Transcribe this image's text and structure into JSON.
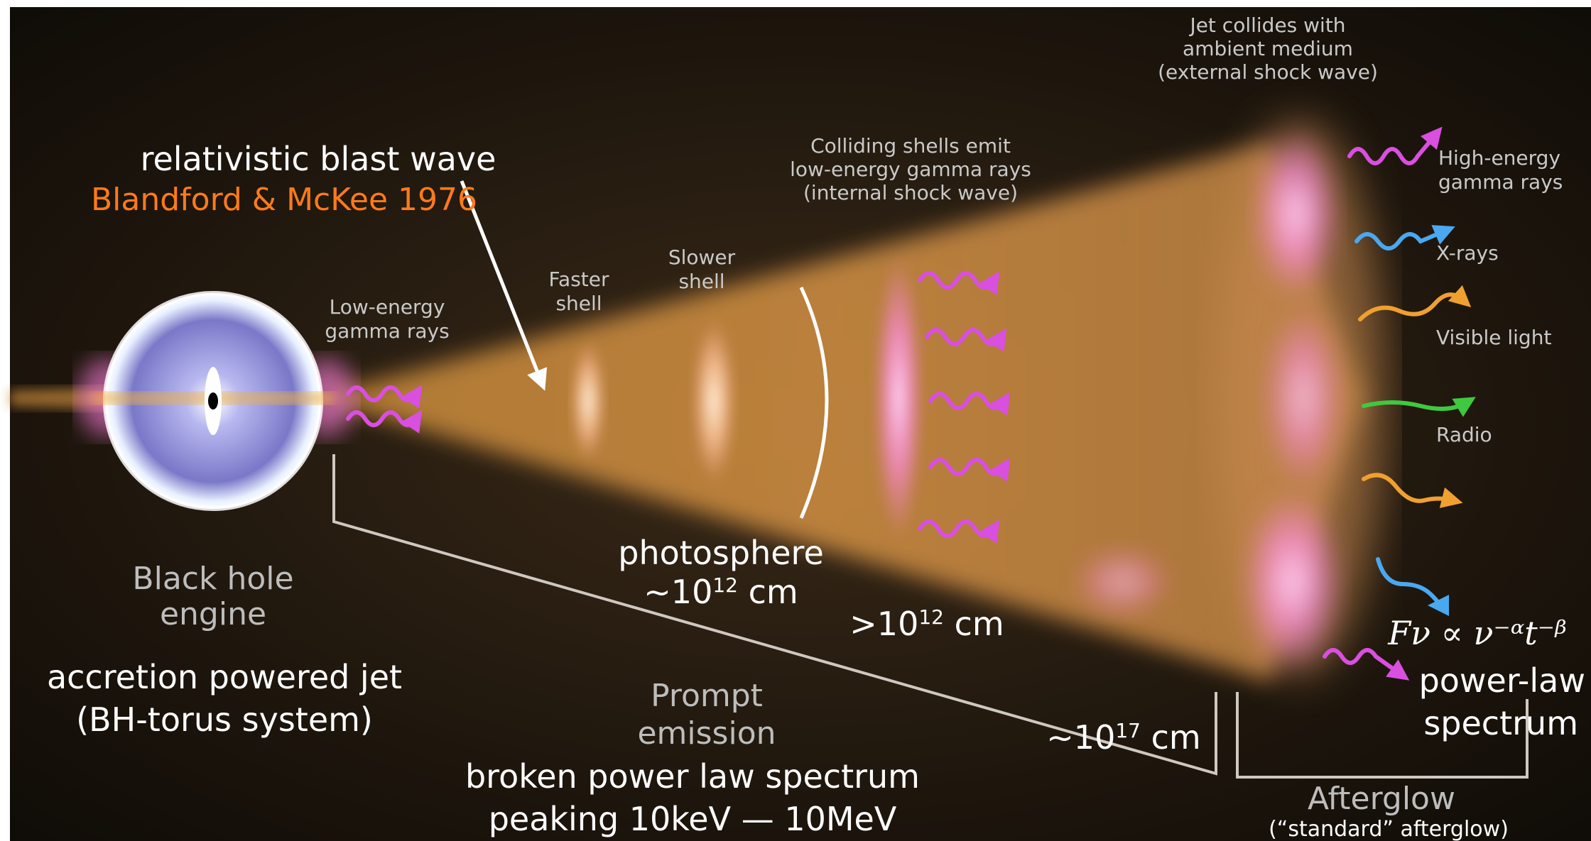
{
  "engine": {
    "label_line1": "Black hole",
    "label_line2": "engine",
    "desc_line1": "accretion powered jet",
    "desc_line2": "(BH-torus system)"
  },
  "low_energy": {
    "line1": "Low-energy",
    "line2": "gamma rays"
  },
  "blast_wave": {
    "line1": "relativistic blast wave",
    "citation": "Blandford & McKee 1976"
  },
  "shells": {
    "faster_line1": "Faster",
    "faster_line2": "shell",
    "slower_line1": "Slower",
    "slower_line2": "shell"
  },
  "colliding": {
    "line1": "Colliding shells emit",
    "line2": "low-energy gamma rays",
    "line3": "(internal shock wave)"
  },
  "external": {
    "line1": "Jet collides with",
    "line2": "ambient medium",
    "line3": "(external shock wave)"
  },
  "photosphere": {
    "line1": "photosphere",
    "prefix": "~10",
    "exp": "12",
    "unit": " cm"
  },
  "internal_radius": {
    "prefix": ">10",
    "exp": "12",
    "unit": " cm"
  },
  "afterglow_radius": {
    "prefix": "~10",
    "exp": "17",
    "unit": " cm"
  },
  "prompt": {
    "line1": "Prompt",
    "line2": "emission",
    "desc_line1": "broken power law spectrum",
    "desc_line2": "peaking 10keV — 10MeV"
  },
  "afterglow": {
    "label": "Afterglow",
    "sub": "(“standard” afterglow)",
    "formula": "Fν ∝ ν⁻ᵅt⁻ᵝ",
    "desc_line1": "power-law",
    "desc_line2": "spectrum"
  },
  "emission_bands": {
    "high_energy_line1": "High-energy",
    "high_energy_line2": "gamma rays",
    "xrays": "X-rays",
    "visible": "Visible light",
    "radio": "Radio"
  },
  "colors": {
    "gamma": "#d94fe0",
    "xray": "#4aa8f0",
    "visible": "#f0a030",
    "radio": "#40c840",
    "citation": "#ff7a1a"
  }
}
